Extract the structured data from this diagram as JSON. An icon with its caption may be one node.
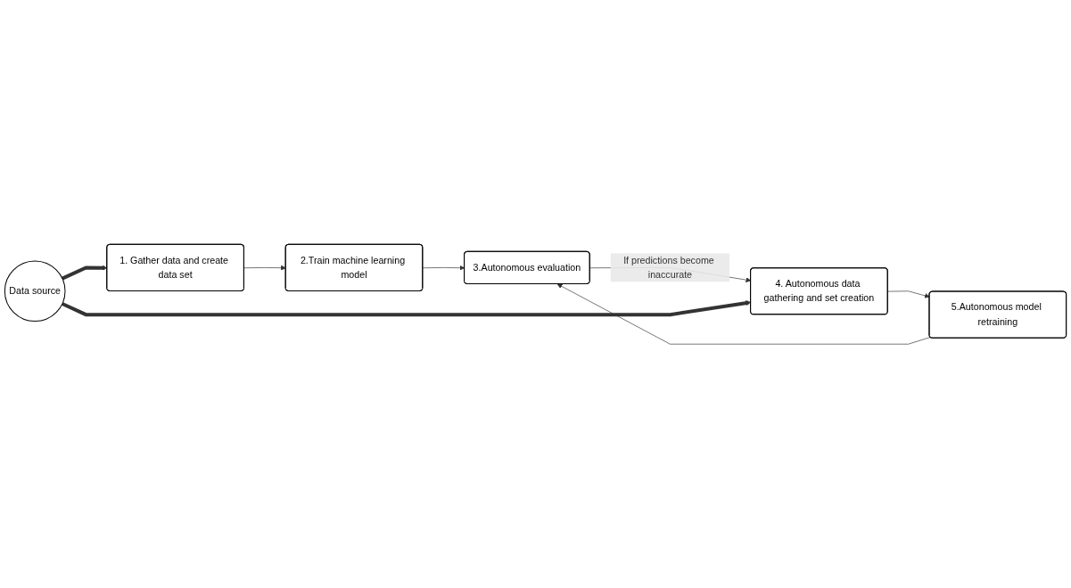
{
  "diagram": {
    "nodes": [
      {
        "text": [
          "1. Gather data and create data set"
        ]
      },
      {
        "text": [
          "2.Train machine learning model"
        ]
      },
      {
        "text": [
          "3.Autonomous evaluation"
        ]
      },
      {
        "text": [
          "5.Autonomous model retraining"
        ]
      },
      {
        "text": [
          "4. Autonomous data gathering and set creation"
        ]
      },
      {
        "text": [
          "Data source"
        ]
      }
    ],
    "edges": [
      {
        "from": 0,
        "to": 1,
        "arrow": "to"
      },
      {
        "from": 1,
        "to": 2,
        "arrow": "to"
      },
      {
        "from": 3,
        "to": 2,
        "arrow": "to"
      },
      {
        "from": 2,
        "to": 4,
        "arrow": "to",
        "label": "If predictions become inaccurate"
      },
      {
        "from": 4,
        "to": 3,
        "arrow": "to"
      },
      {
        "from": 5,
        "to": 0,
        "arrow": "to",
        "style": "thick"
      },
      {
        "from": 5,
        "to": 4,
        "arrow": "to",
        "style": "thick"
      }
    ]
  }
}
